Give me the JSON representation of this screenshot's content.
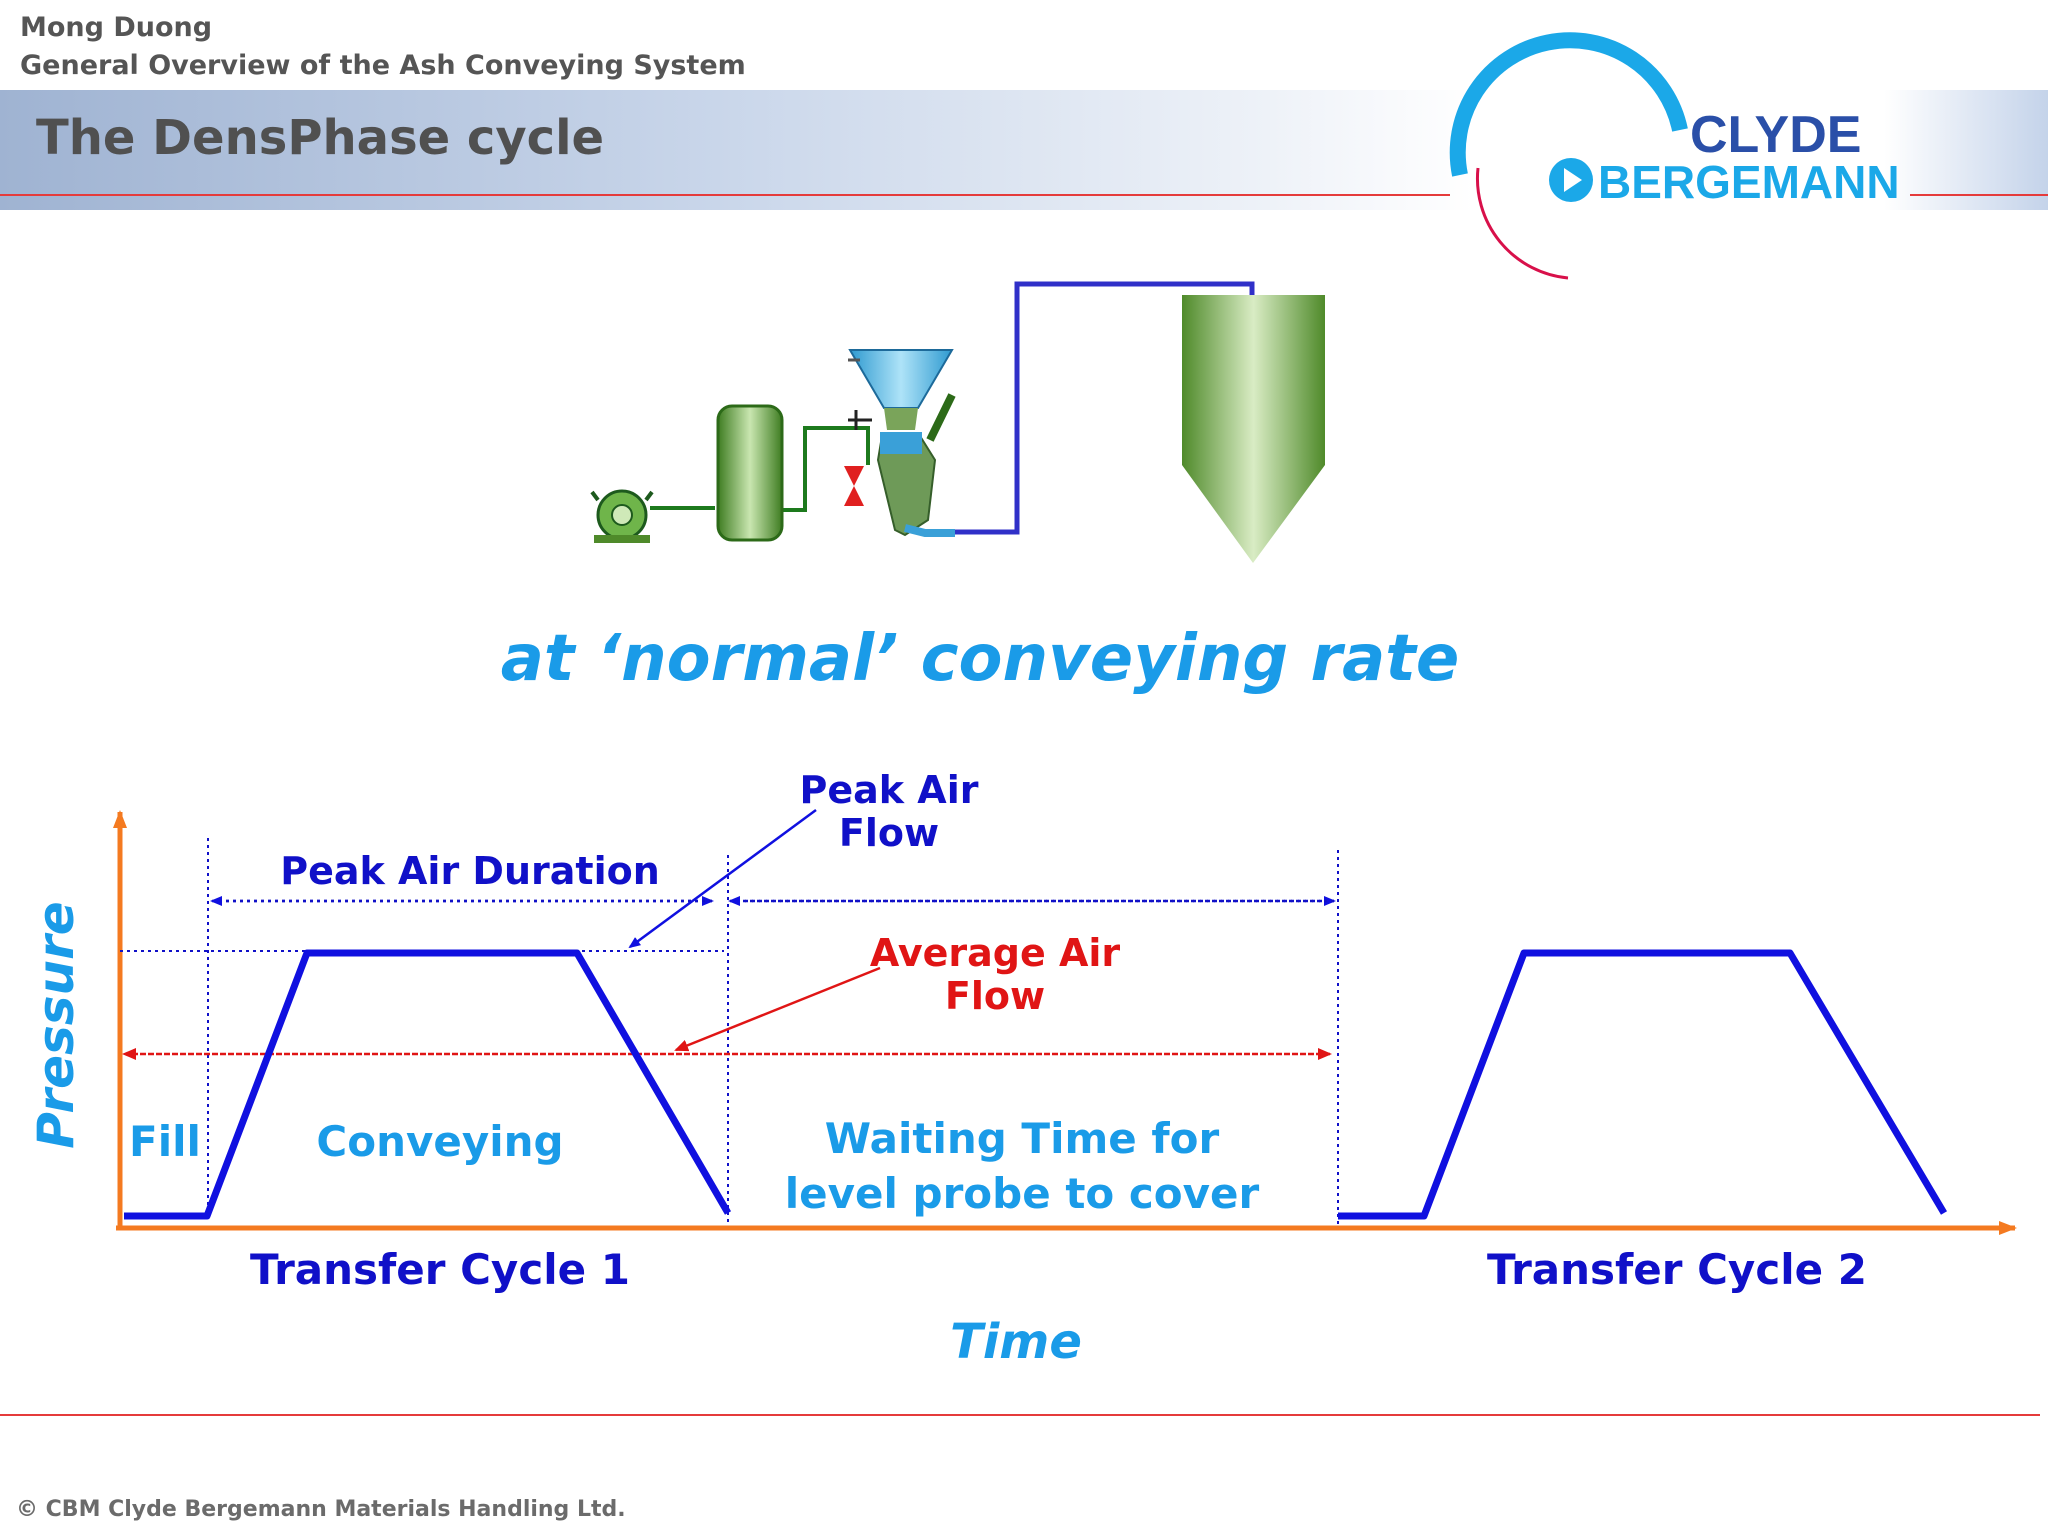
{
  "header": {
    "site": "Mong Duong",
    "subtitle": "General Overview of the Ash Conveying System",
    "title": "The DensPhase cycle"
  },
  "logo": {
    "line1": "CLYDE",
    "line2": "BERGEMANN"
  },
  "headline": "at ‘normal’ conveying rate",
  "diagram": {
    "y_axis_label": "Pressure",
    "x_axis_label": "Time",
    "annotations": {
      "peak_air_duration": "Peak Air Duration",
      "peak_air_flow_1": "Peak Air",
      "peak_air_flow_2": "Flow",
      "average_air_flow_1": "Average Air",
      "average_air_flow_2": "Flow",
      "fill": "Fill",
      "conveying": "Conveying",
      "waiting_1": "Waiting Time for",
      "waiting_2": "level probe to cover",
      "cycle_1": "Transfer Cycle 1",
      "cycle_2": "Transfer Cycle 2"
    }
  },
  "footer": "© CBM  Clyde Bergemann Materials Handling Ltd.",
  "colors": {
    "axis": "#f47a20",
    "curve": "#1010e0",
    "average": "#e01515",
    "accent_text": "#1a9be8",
    "label_blue": "#1010c8"
  }
}
